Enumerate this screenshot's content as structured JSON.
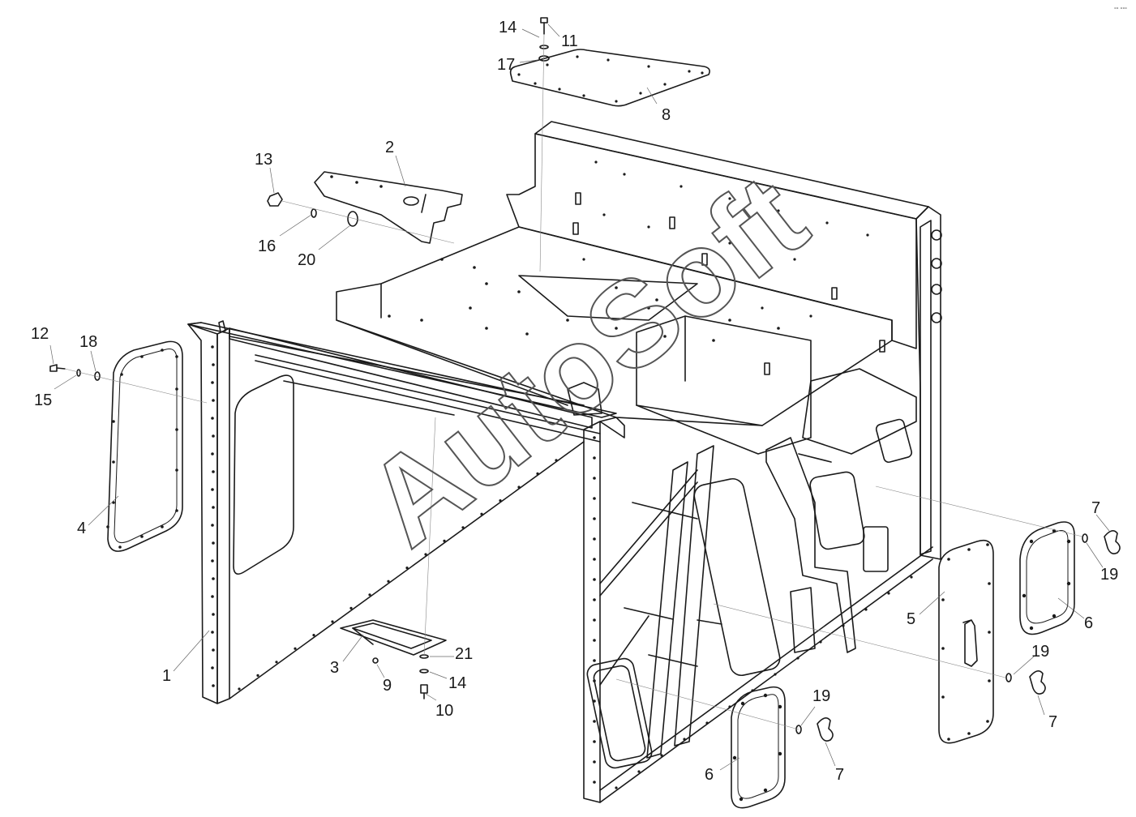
{
  "watermark": "AutoSoft",
  "corner_mark": "°° °°°",
  "callouts": [
    {
      "id": "c1",
      "text": "1"
    },
    {
      "id": "c2",
      "text": "2"
    },
    {
      "id": "c3",
      "text": "3"
    },
    {
      "id": "c4",
      "text": "4"
    },
    {
      "id": "c5",
      "text": "5"
    },
    {
      "id": "c6a",
      "text": "6"
    },
    {
      "id": "c6b",
      "text": "6"
    },
    {
      "id": "c7a",
      "text": "7"
    },
    {
      "id": "c7b",
      "text": "7"
    },
    {
      "id": "c7c",
      "text": "7"
    },
    {
      "id": "c8",
      "text": "8"
    },
    {
      "id": "c9",
      "text": "9"
    },
    {
      "id": "c10",
      "text": "10"
    },
    {
      "id": "c11",
      "text": "11"
    },
    {
      "id": "c12",
      "text": "12"
    },
    {
      "id": "c13",
      "text": "13"
    },
    {
      "id": "c14a",
      "text": "14"
    },
    {
      "id": "c14b",
      "text": "14"
    },
    {
      "id": "c15",
      "text": "15"
    },
    {
      "id": "c16",
      "text": "16"
    },
    {
      "id": "c17",
      "text": "17"
    },
    {
      "id": "c18",
      "text": "18"
    },
    {
      "id": "c19a",
      "text": "19"
    },
    {
      "id": "c19b",
      "text": "19"
    },
    {
      "id": "c19c",
      "text": "19"
    },
    {
      "id": "c20",
      "text": "20"
    },
    {
      "id": "c21",
      "text": "21"
    }
  ]
}
